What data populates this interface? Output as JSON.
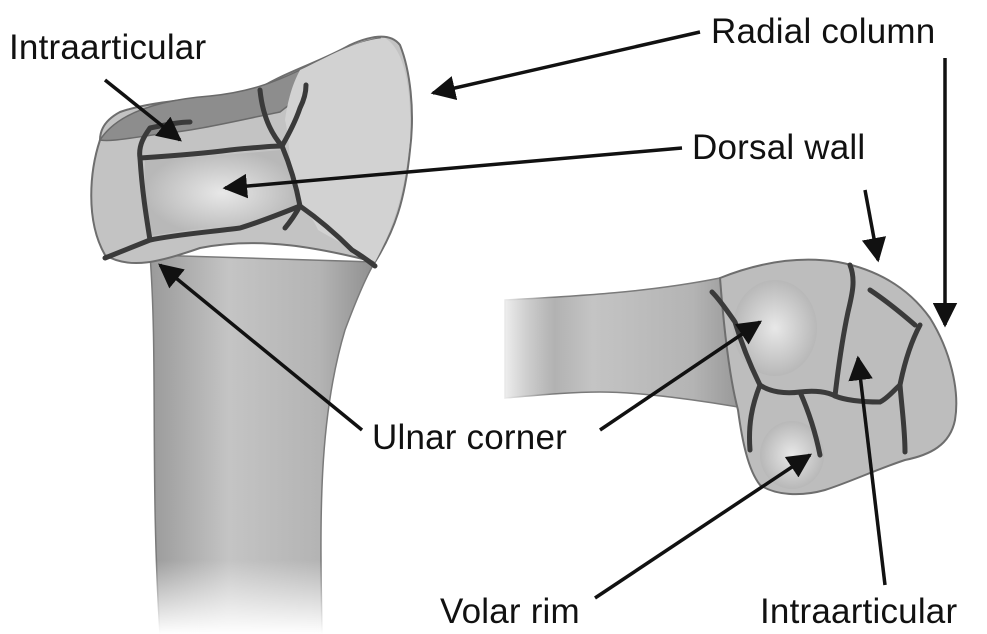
{
  "labels": {
    "intraarticular_top": "Intraarticular",
    "radial_column": "Radial column",
    "dorsal_wall": "Dorsal wall",
    "ulnar_corner": "Ulnar corner",
    "volar_rim": "Volar rim",
    "intraarticular_bottom": "Intraarticular"
  },
  "colors": {
    "bone_fill": "#b9b9b9",
    "bone_light": "#d6d6d6",
    "bone_dark": "#8e8e8e",
    "fracture_line": "#3a3a3a",
    "arrow": "#111111",
    "text": "#111111"
  }
}
